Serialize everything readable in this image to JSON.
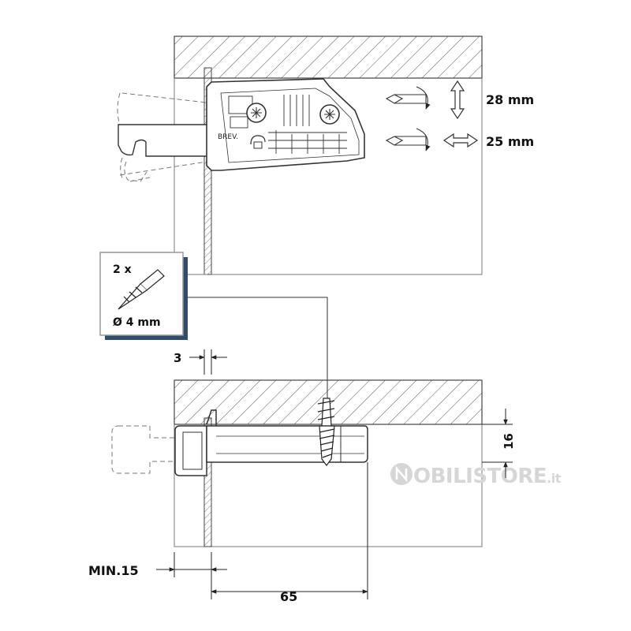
{
  "top_view": {
    "part_marking": "BREV.",
    "adjust_height_value": "28 mm",
    "adjust_depth_value": "25 mm"
  },
  "screw_box": {
    "quantity": "2 x",
    "diameter": "Ø 4 mm"
  },
  "dimensions": {
    "gap": "3",
    "height": "16",
    "min_offset": "MIN.15",
    "length": "65"
  },
  "watermark": {
    "text": "OBILISTORE",
    "suffix": ".it"
  },
  "colors": {
    "line": "#333333",
    "box_shadow": "#2e4d6b",
    "box_border": "#999999",
    "watermark": "#d6d6d6"
  },
  "icons": [
    "screwdriver-icon",
    "rotate-arrow-icon",
    "vertical-arrow-icon",
    "horizontal-arrow-icon",
    "screw-icon"
  ]
}
